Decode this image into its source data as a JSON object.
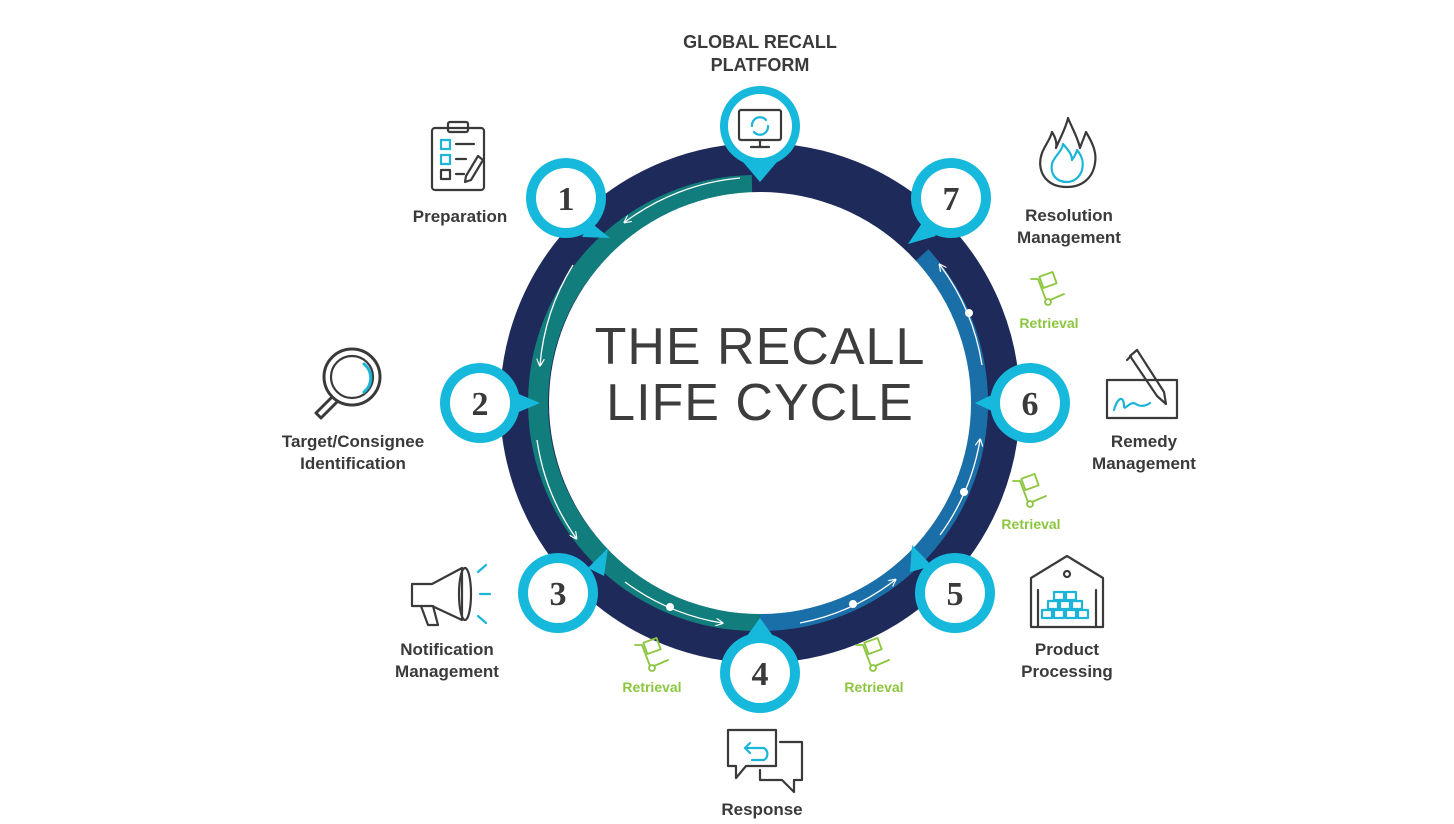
{
  "title": {
    "line1": "THE RECALL",
    "line2": "LIFE CYCLE"
  },
  "platform": {
    "line1": "GLOBAL RECALL",
    "line2": "PLATFORM",
    "icon": "monitor-refresh-icon"
  },
  "steps": [
    {
      "number": "1",
      "label_lines": [
        "Preparation"
      ],
      "icon": "clipboard-checklist-icon"
    },
    {
      "number": "2",
      "label_lines": [
        "Target/Consignee",
        "Identification"
      ],
      "icon": "magnifier-icon"
    },
    {
      "number": "3",
      "label_lines": [
        "Notification",
        "Management"
      ],
      "icon": "megaphone-icon"
    },
    {
      "number": "4",
      "label_lines": [
        "Response"
      ],
      "icon": "chat-bubbles-icon"
    },
    {
      "number": "5",
      "label_lines": [
        "Product",
        "Processing"
      ],
      "icon": "warehouse-icon"
    },
    {
      "number": "6",
      "label_lines": [
        "Remedy",
        "Management"
      ],
      "icon": "signature-pen-icon"
    },
    {
      "number": "7",
      "label_lines": [
        "Resolution",
        "Management"
      ],
      "icon": "flame-icon"
    }
  ],
  "retrieval": {
    "label": "Retrieval",
    "icon": "hand-truck-icon",
    "count": 4
  },
  "colors": {
    "ring_outer": "#1e2a5a",
    "ring_teal": "#127d7d",
    "ring_blue": "#1b6fa8",
    "node": "#16b9dc",
    "retrieval": "#8cc63f",
    "text": "#3a3a3a"
  }
}
